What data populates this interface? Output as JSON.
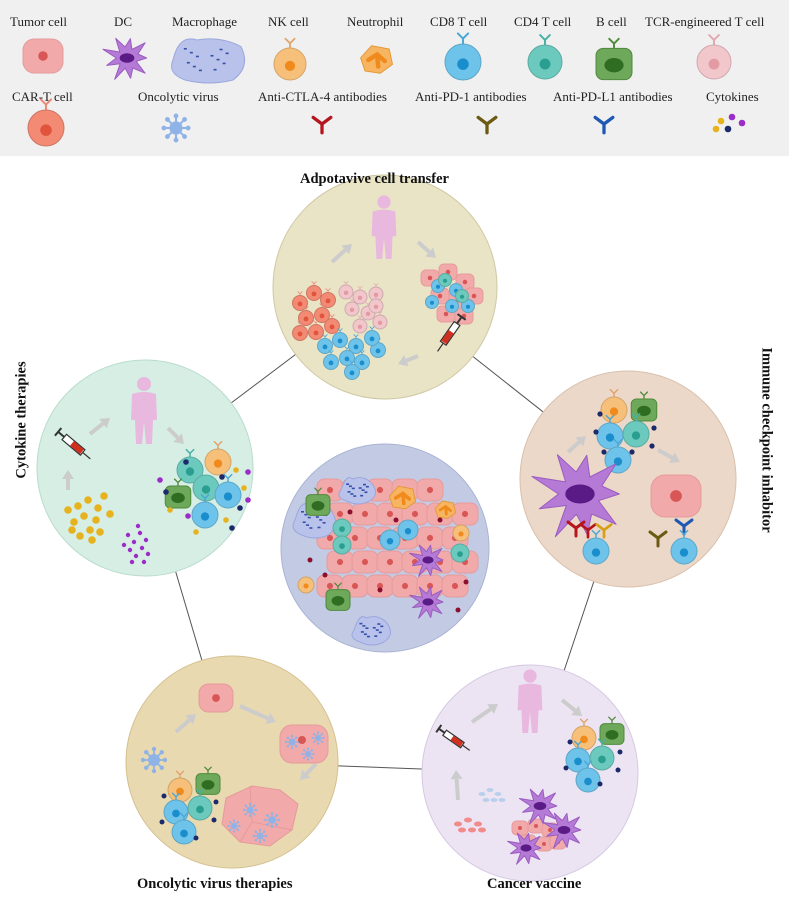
{
  "legend": {
    "tumor_cell": "Tumor cell",
    "dc": "DC",
    "macrophage": "Macrophage",
    "nk_cell": "NK cell",
    "neutrophil": "Neutrophil",
    "cd8_t_cell": "CD8 T cell",
    "cd4_t_cell": "CD4 T cell",
    "b_cell": "B cell",
    "tcr_t_cell": "TCR-engineered T cell",
    "car_t_cell": "CAR-T cell",
    "oncolytic_virus": "Oncolytic virus",
    "anti_ctla4": "Anti-CTLA-4 antibodies",
    "anti_pd1": "Anti-PD-1 antibodies",
    "anti_pdl1": "Anti-PD-L1 antibodies",
    "cytokines": "Cytokines"
  },
  "therapies": {
    "adoptive": "Adpotavive cell transfer",
    "checkpoint": "Immune checkpoint inhabitor",
    "vaccine": "Cancer vaccine",
    "oncolytic": "Oncolytic virus therapies",
    "cytokine": "Cytokine therapies"
  },
  "colors": {
    "tumor": "#f2a9a9",
    "dc": "#b57ad6",
    "macrophage": "#b9c2ea",
    "nk": "#f7c07a",
    "neutrophil": "#f4a53c",
    "cd8": "#6ec3ea",
    "cd4": "#6bc9bd",
    "bcell": "#6ea85a",
    "tcr": "#f2c7cc",
    "cart": "#f28a74",
    "virus": "#8fb3e6",
    "ctla4": "#b5161e",
    "pd1": "#6b5a12",
    "pdl1": "#1f57b5",
    "cytokine_yellow": "#e6b21d",
    "cytokine_purple": "#9b2cc7",
    "cytokine_navy": "#1c2a6b",
    "circle_adoptive": "#e9e4c6",
    "circle_checkpoint": "#ecd8c8",
    "circle_vaccine": "#ece4f3",
    "circle_oncolytic": "#e9d9b0",
    "circle_cytokine": "#d6eee4",
    "circle_center": "#c3cbe4",
    "human": "#e9b8df",
    "arrow": "#cccccc"
  }
}
